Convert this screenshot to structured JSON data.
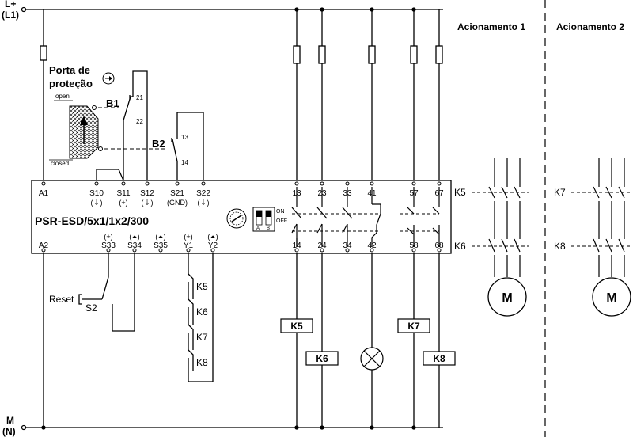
{
  "supply": {
    "top_label_1": "L+",
    "top_label_2": "(L1)",
    "bottom_label_1": "M",
    "bottom_label_2": "(N)"
  },
  "drives": {
    "drive1_title": "Acionamento 1",
    "drive2_title": "Acionamento 2",
    "motor_label": "M"
  },
  "guard": {
    "title_line1": "Porta de",
    "title_line2": "proteção",
    "open_label": "open",
    "closed_label": "closed"
  },
  "switches": {
    "b1": {
      "name": "B1",
      "pin_top": "21",
      "pin_bottom": "22"
    },
    "b2": {
      "name": "B2",
      "pin_top": "13",
      "pin_bottom": "14"
    }
  },
  "module": {
    "name": "PSR-ESD/5x1/1x2/300",
    "top_terminals": [
      {
        "pin": "A1",
        "sub": ""
      },
      {
        "pin": "S10",
        "sub": "(⏚)"
      },
      {
        "pin": "S11",
        "sub": "(+)"
      },
      {
        "pin": "S12",
        "sub": "(⏚)"
      },
      {
        "pin": "S21",
        "sub": "(GND)"
      },
      {
        "pin": "S22",
        "sub": "(⏚)"
      },
      {
        "pin": "13",
        "sub": ""
      },
      {
        "pin": "23",
        "sub": ""
      },
      {
        "pin": "33",
        "sub": ""
      },
      {
        "pin": "41",
        "sub": ""
      },
      {
        "pin": "57",
        "sub": ""
      },
      {
        "pin": "67",
        "sub": ""
      }
    ],
    "bottom_terminals": [
      {
        "pin": "A2",
        "sub": ""
      },
      {
        "pin": "S33",
        "sub": "(+)"
      },
      {
        "pin": "S34",
        "sub": "(⏶)"
      },
      {
        "pin": "S35",
        "sub": "(⏶)"
      },
      {
        "pin": "Y1",
        "sub": "(+)"
      },
      {
        "pin": "Y2",
        "sub": "(⏶)"
      },
      {
        "pin": "14",
        "sub": ""
      },
      {
        "pin": "24",
        "sub": ""
      },
      {
        "pin": "34",
        "sub": ""
      },
      {
        "pin": "42",
        "sub": ""
      },
      {
        "pin": "58",
        "sub": ""
      },
      {
        "pin": "68",
        "sub": ""
      }
    ],
    "dip_on": "ON",
    "dip_off": "OFF",
    "dip_a": "A",
    "dip_b": "B"
  },
  "reset": {
    "label": "Reset",
    "switch_name": "S2"
  },
  "feedback_contacts": [
    "K5",
    "K6",
    "K7",
    "K8"
  ],
  "output_coils": {
    "k5": "K5",
    "k6": "K6",
    "k7": "K7",
    "k8": "K8"
  },
  "drive_contactors": {
    "d1_top": "K5",
    "d1_bottom": "K6",
    "d2_top": "K7",
    "d2_bottom": "K8"
  }
}
